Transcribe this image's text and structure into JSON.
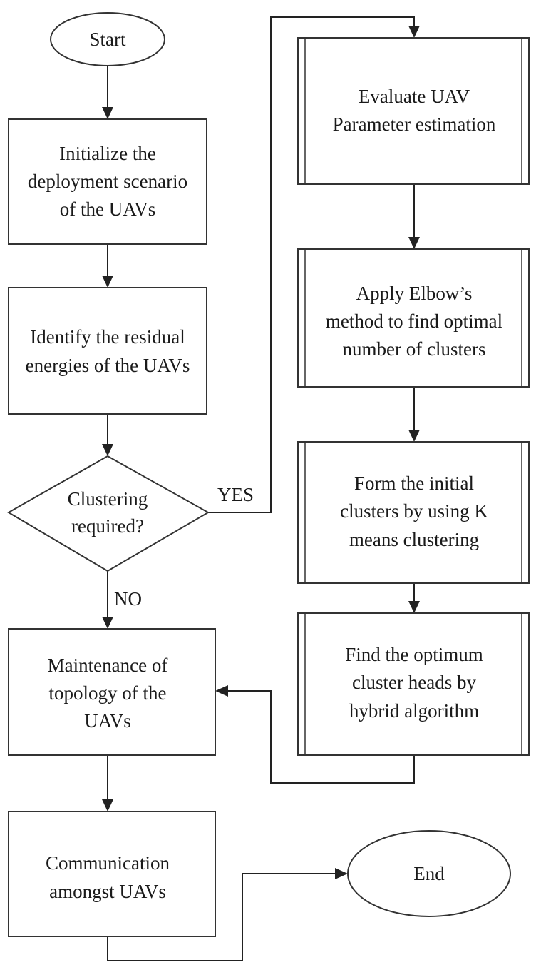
{
  "nodes": {
    "start": "Start",
    "init": [
      "Initialize the",
      "deployment scenario",
      "of the UAVs"
    ],
    "identify": [
      "Identify the residual",
      "energies of the UAVs"
    ],
    "decision": [
      "Clustering",
      "required?"
    ],
    "maintenance": [
      "Maintenance of",
      "topology of the",
      "UAVs"
    ],
    "communication": [
      "Communication",
      "amongst UAVs"
    ],
    "end": "End",
    "evaluate": [
      "Evaluate UAV",
      "Parameter estimation"
    ],
    "elbow": [
      "Apply Elbow’s",
      "method to find optimal",
      "number of clusters"
    ],
    "form": [
      "Form the initial",
      "clusters by using K",
      "means clustering"
    ],
    "find": [
      "Find the optimum",
      "cluster heads by",
      "hybrid algorithm"
    ]
  },
  "edge_labels": {
    "yes": "YES",
    "no": "NO"
  }
}
